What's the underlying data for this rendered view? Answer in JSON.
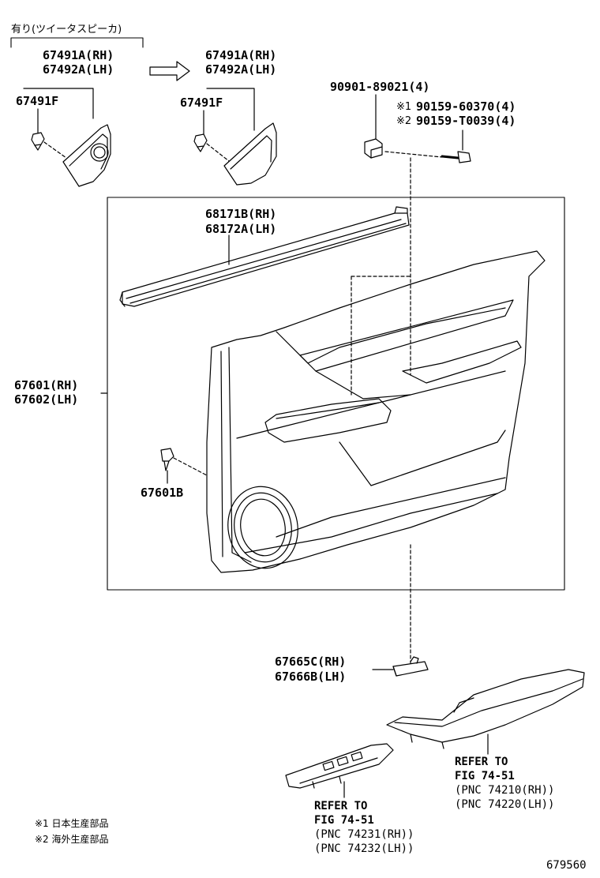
{
  "header": {
    "tweeter_note": "有り(ツイータスピーカ)"
  },
  "parts": {
    "tweeter_cover_left_rh": "67491A(RH)",
    "tweeter_cover_left_lh": "67492A(LH)",
    "tweeter_clip_left": "67491F",
    "tweeter_cover_right_rh": "67491A(RH)",
    "tweeter_cover_right_lh": "67492A(LH)",
    "tweeter_clip_right": "67491F",
    "clip_90901": "90901-89021(4)",
    "screw_1": "90159-60370(4)",
    "screw_2": "90159-T0039(4)",
    "screw_mark_1": "※1",
    "screw_mark_2": "※2",
    "weatherstrip_rh": "68171B(RH)",
    "weatherstrip_lh": "68172A(LH)",
    "door_trim_rh": "67601(RH)",
    "door_trim_lh": "67602(LH)",
    "trim_clip": "67601B",
    "cover_rh": "67665C(RH)",
    "cover_lh": "67666B(LH)"
  },
  "references": {
    "armrest": {
      "line1": "REFER TO",
      "line2": "FIG 74-51",
      "pnc1": "(PNC 74210(RH))",
      "pnc2": "(PNC 74220(LH))"
    },
    "switch_base": {
      "line1": "REFER TO",
      "line2": "FIG 74-51",
      "pnc1": "(PNC 74231(RH))",
      "pnc2": "(PNC 74232(LH))"
    }
  },
  "notes": {
    "note1": "※1 日本生産部品",
    "note2": "※2 海外生産部品"
  },
  "figure_number": "679560"
}
